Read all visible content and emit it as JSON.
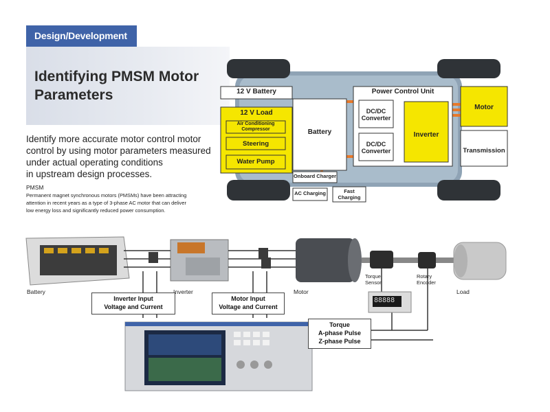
{
  "header": {
    "tag": "Design/Development",
    "title_line1": "Identifying PMSM Motor",
    "title_line2": "Parameters",
    "intro_line1": "Identify more accurate motor control motor",
    "intro_line2": "control by using motor parameters measured",
    "intro_line3": "under actual operating conditions",
    "intro_line4": "in upstream design processes."
  },
  "pmsm": {
    "heading": "PMSM",
    "line1": "Permanent magnet synchronous motors (PMSMs) have been attracting",
    "line2": "attention in recent years as a type of 3-phase AC motor that can deliver",
    "line3": "low energy loss and significantly reduced power consumption."
  },
  "vehicle": {
    "battery12": "12 V Battery",
    "load12": "12 V Load",
    "aircon_line1": "Air Conditioning",
    "aircon_line2": "Compressor",
    "steering": "Steering",
    "water_pump": "Water Pump",
    "battery": "Battery",
    "pcu": "Power Control Unit",
    "dcdc1_line1": "DC/DC",
    "dcdc1_line2": "Converter",
    "dcdc2_line1": "DC/DC",
    "dcdc2_line2": "Converter",
    "inverter": "Inverter",
    "motor": "Motor",
    "transmission": "Transmission",
    "onboard_charger": "Onboard Charger",
    "ac_charging": "AC Charging",
    "fast_line1": "Fast",
    "fast_line2": "Charging"
  },
  "setup": {
    "battery": "Battery",
    "inverter": "Inverter",
    "motor": "Motor",
    "torque_sensor": "Torque",
    "torque_sensor2": "Sensor",
    "rotary_encoder": "Rotary",
    "rotary_encoder2": "Encoder",
    "load": "Load",
    "inv_input_line1": "Inverter Input",
    "inv_input_line2": "Voltage and Current",
    "motor_input_line1": "Motor Input",
    "motor_input_line2": "Voltage and Current",
    "torque_line1": "Torque",
    "torque_line2": "A-phase Pulse",
    "torque_line3": "Z-phase Pulse",
    "meter_display": "88888"
  },
  "colors": {
    "accent_blue": "#3f63a8",
    "highlight_yellow": "#f5e600",
    "wire_orange": "#e8792a"
  }
}
